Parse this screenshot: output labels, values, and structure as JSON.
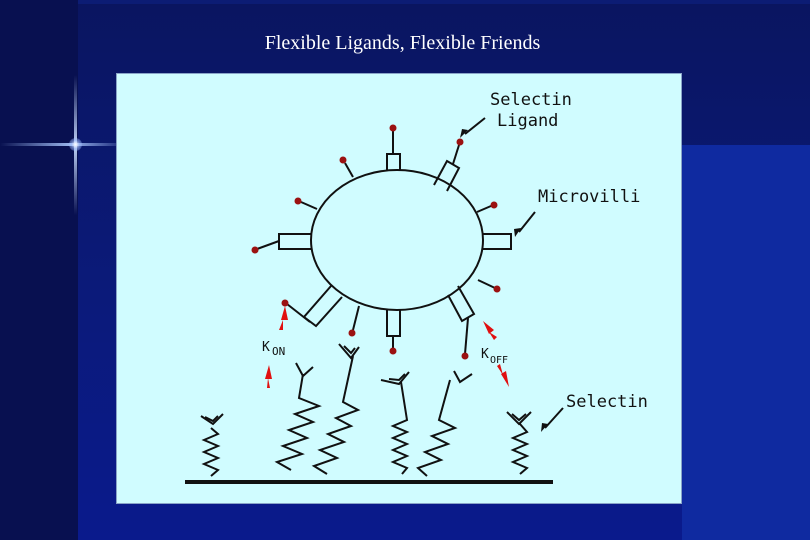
{
  "slide": {
    "title": "Flexible Ligands, Flexible Friends"
  },
  "diagram": {
    "labels": {
      "selectin_ligand_line1": "Selectin",
      "selectin_ligand_line2": "Ligand",
      "microvilli": "Microvilli",
      "selectin": "Selectin",
      "k_on_k": "K",
      "k_on_sub": "ON",
      "k_off_k": "K",
      "k_off_sub": "OFF"
    },
    "colors": {
      "panel_background": "#d0fcff",
      "ligand_dot": "#9b1111",
      "rate_arrow": "#e01010",
      "line": "#111111"
    }
  }
}
